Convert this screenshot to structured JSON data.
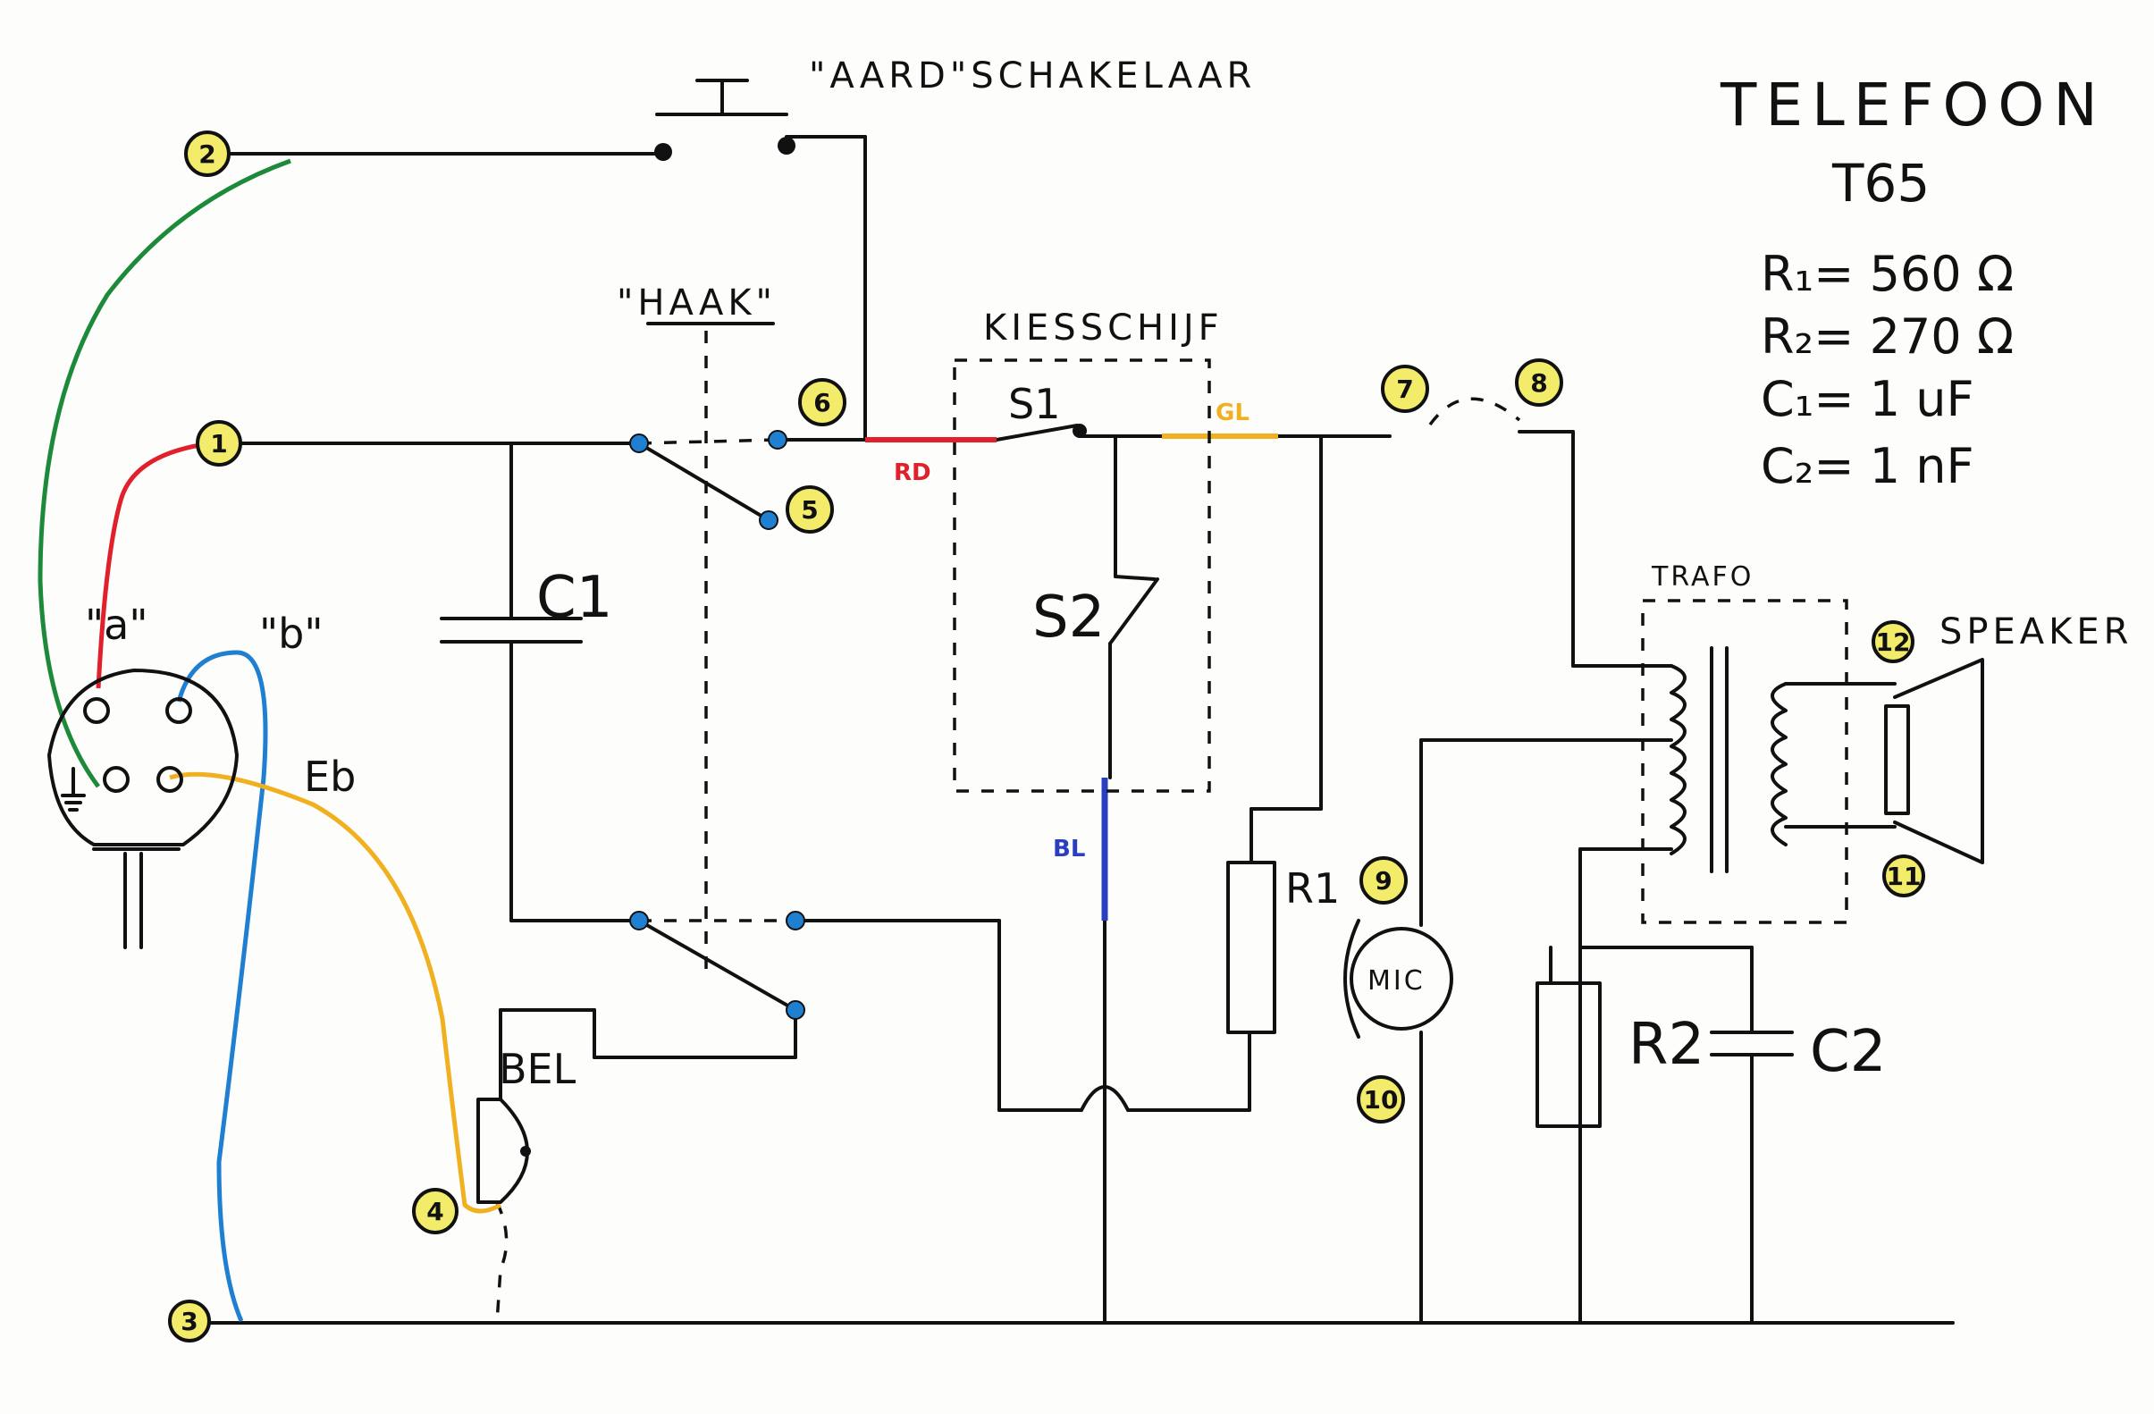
{
  "title": "TELEFOON",
  "model": "T65",
  "specs": [
    "R₁= 560 Ω",
    "R₂= 270 Ω",
    "C₁= 1 uF",
    "C₂= 1 nF"
  ],
  "labels": {
    "earth_switch": "\"AARD\"SCHAKELAAR",
    "hook": "\"HAAK\"",
    "dial": "KIESSCHIJF",
    "s1": "S1",
    "s2": "S2",
    "c1": "C1",
    "c2": "C2",
    "r1": "R1",
    "r2": "R2",
    "trafo": "TRAFO",
    "speaker": "SPEAKER",
    "mic": "MIC",
    "bell": "BEL",
    "plug_a": "\"a\"",
    "plug_b": "\"b\"",
    "plug_type": "Eb"
  },
  "wire_colors": {
    "rd": "RD",
    "gl": "GL",
    "bl": "BL"
  },
  "colors": {
    "red": "#e0202a",
    "green": "#1c8a3a",
    "blue": "#1f7fd0",
    "yellow": "#f0b020",
    "dark_blue": "#2a3fbf",
    "marker": "#f3ec6a"
  },
  "terminals": [
    "1",
    "2",
    "3",
    "4",
    "5",
    "6",
    "7",
    "8",
    "9",
    "10",
    "11",
    "12"
  ]
}
